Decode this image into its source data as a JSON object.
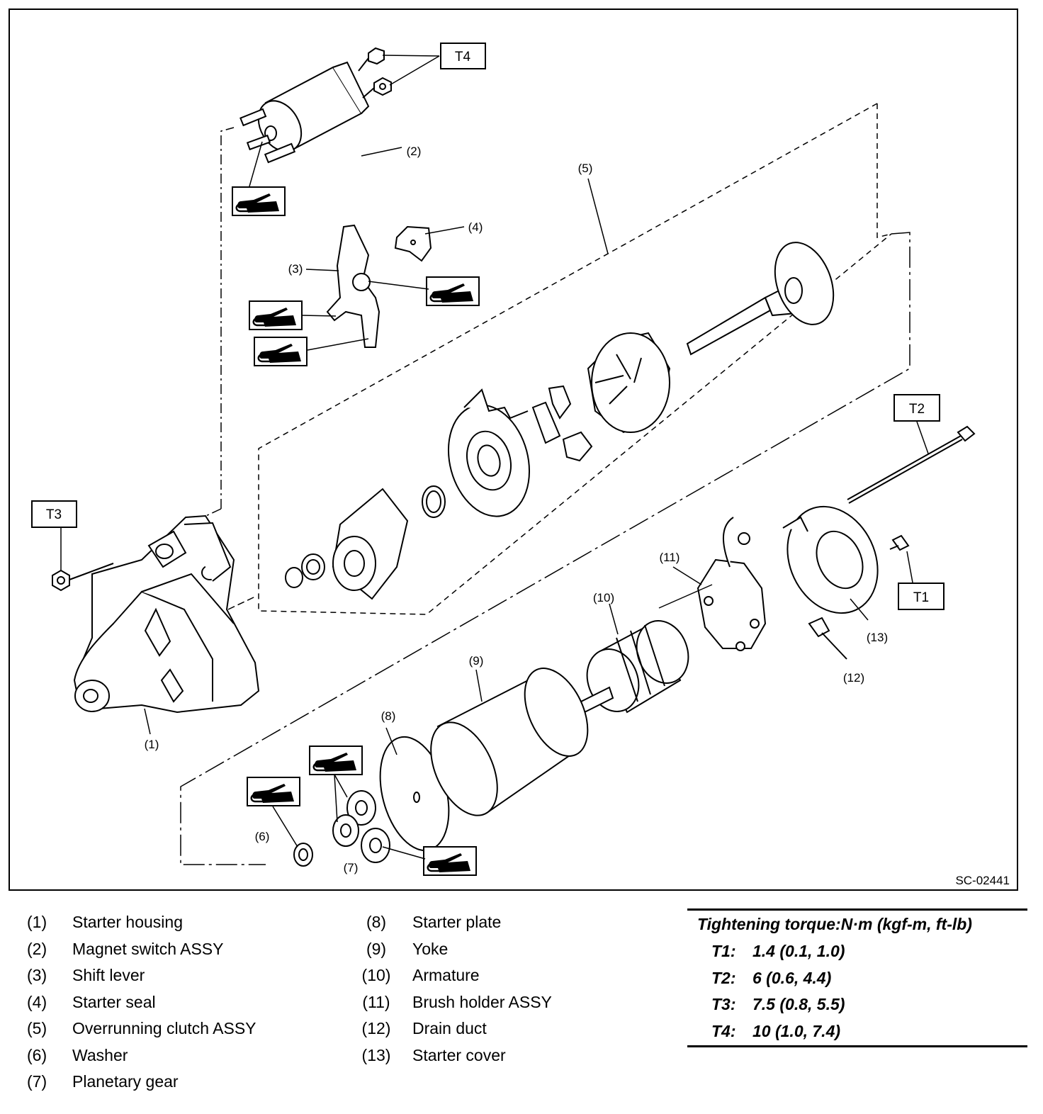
{
  "figure_code": "SC-02441",
  "callouts": {
    "c1": "(1)",
    "c2": "(2)",
    "c3": "(3)",
    "c4": "(4)",
    "c5": "(5)",
    "c6": "(6)",
    "c7": "(7)",
    "c8": "(8)",
    "c9": "(9)",
    "c10": "(10)",
    "c11": "(11)",
    "c12": "(12)",
    "c13": "(13)"
  },
  "torque_tags": {
    "t1": "T1",
    "t2": "T2",
    "t3": "T3",
    "t4": "T4"
  },
  "icons": [
    "grease-icon"
  ],
  "legend_left": [
    {
      "num": "(1)",
      "name": "Starter housing"
    },
    {
      "num": "(2)",
      "name": "Magnet switch ASSY"
    },
    {
      "num": "(3)",
      "name": "Shift lever"
    },
    {
      "num": "(4)",
      "name": "Starter seal"
    },
    {
      "num": "(5)",
      "name": "Overrunning clutch ASSY"
    },
    {
      "num": "(6)",
      "name": "Washer"
    },
    {
      "num": "(7)",
      "name": "Planetary gear"
    }
  ],
  "legend_right": [
    {
      "num": "(8)",
      "name": "Starter plate"
    },
    {
      "num": "(9)",
      "name": "Yoke"
    },
    {
      "num": "(10)",
      "name": "Armature"
    },
    {
      "num": "(11)",
      "name": "Brush holder ASSY"
    },
    {
      "num": "(12)",
      "name": "Drain duct"
    },
    {
      "num": "(13)",
      "name": "Starter cover"
    }
  ],
  "torque": {
    "title": "Tightening torque:N·m (kgf-m, ft-lb)",
    "rows": [
      {
        "key": "T1:",
        "value": "1.4 (0.1, 1.0)"
      },
      {
        "key": "T2:",
        "value": "6 (0.6, 4.4)"
      },
      {
        "key": "T3:",
        "value": "7.5 (0.8, 5.5)"
      },
      {
        "key": "T4:",
        "value": "10 (1.0, 7.4)"
      }
    ]
  }
}
